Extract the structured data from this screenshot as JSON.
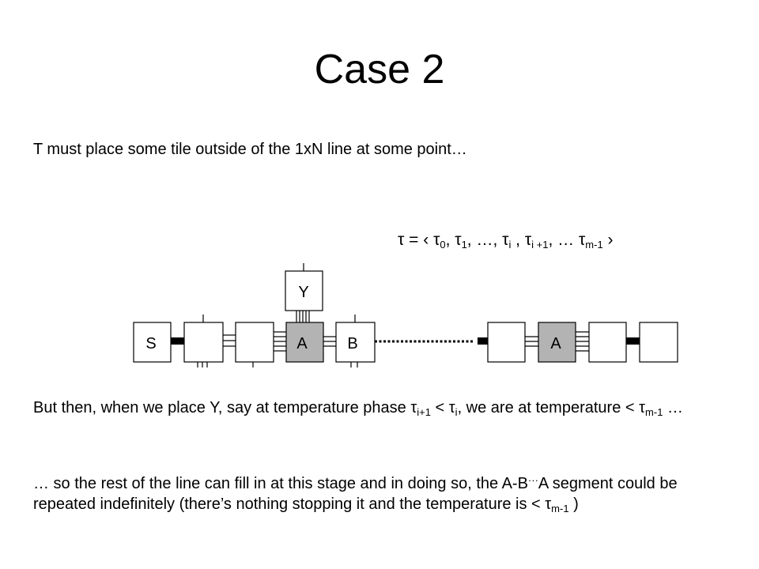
{
  "slide": {
    "title": "Case 2",
    "line1": "T must place some tile outside of the 1xN line at some point…",
    "formula": {
      "lhs": "τ",
      "eq": " = ‹ ",
      "t0": "τ",
      "t0_sub": "0",
      "sep1": ", ",
      "t1": "τ",
      "t1_sub": "1",
      "sep2": ", …, ",
      "ti": "τ",
      "ti_sub": "i",
      "sep3": " , ",
      "ti1": "τ",
      "ti1_sub": "i +1",
      "sep4": ", … ",
      "tm": "τ",
      "tm_sub": "m-1",
      "close": " ›"
    },
    "para2": {
      "a": "But then, when we place Y, say at temperature phase ",
      "tau1": "τ",
      "tau1_sub": "i+1",
      "b": " < ",
      "tau2": "τ",
      "tau2_sub": "i",
      "c": ", we are at temperature < ",
      "tau3": "τ",
      "tau3_sub": "m-1",
      "d": " …"
    },
    "para3": {
      "a": "… so the rest of the line can fill in at this stage and in doing so, the A-B",
      "dots": "···",
      "b": "A segment could be repeated indefinitely (there’s nothing stopping it and the temperature is < ",
      "tau": "τ",
      "tau_sub": "m-1",
      "c": " )"
    }
  },
  "diagram": {
    "tile_labels": {
      "s": "S",
      "a1": "A",
      "b": "B",
      "y": "Y",
      "a2": "A"
    },
    "colors": {
      "shaded_tile": "#b3b3b3",
      "plain_tile": "#ffffff",
      "stroke": "#000000"
    }
  }
}
